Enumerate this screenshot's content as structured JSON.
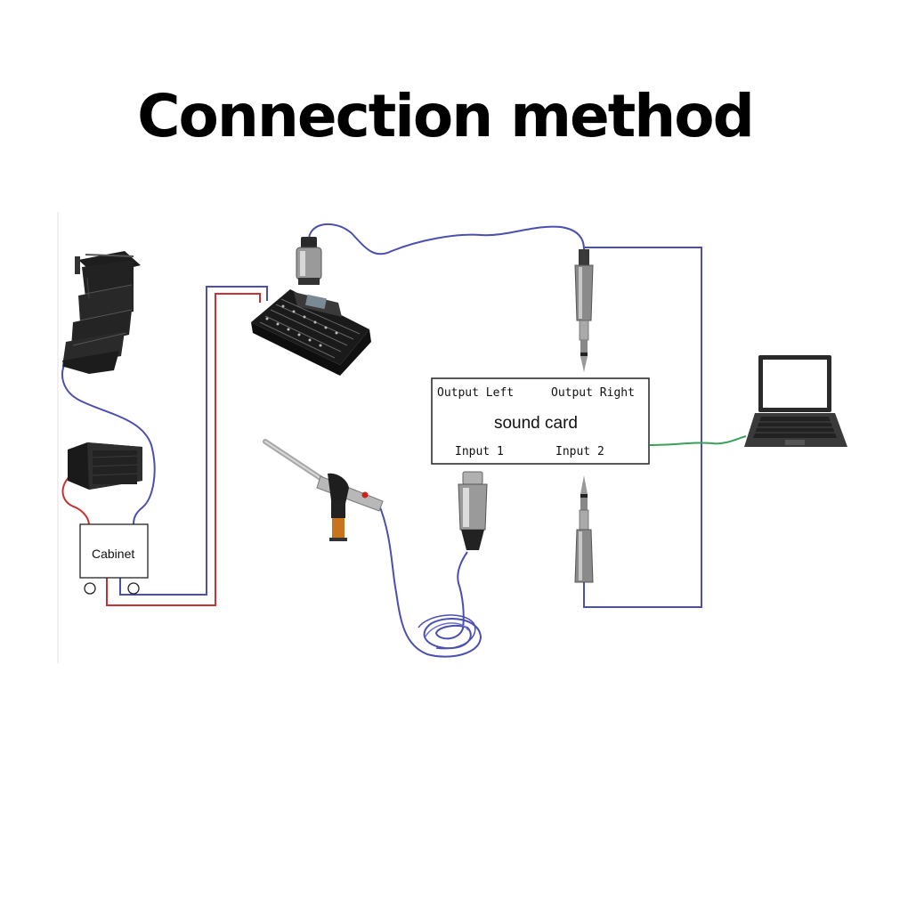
{
  "title": "Connection method",
  "labels": {
    "cabinet": "Cabinet",
    "sound_card": "sound card",
    "output_left": "Output Left",
    "output_right": "Output Right",
    "input_1": "Input 1",
    "input_2": "Input 2"
  },
  "colors": {
    "cable_blue": "#4a4fb0",
    "cable_red": "#c83232",
    "cable_green": "#3aa05a"
  },
  "icons": [
    "line-array-speaker-icon",
    "subwoofer-icon",
    "mixer-console-icon",
    "measurement-microphone-icon",
    "xlr-connector-icon",
    "trs-jack-icon",
    "laptop-icon"
  ]
}
